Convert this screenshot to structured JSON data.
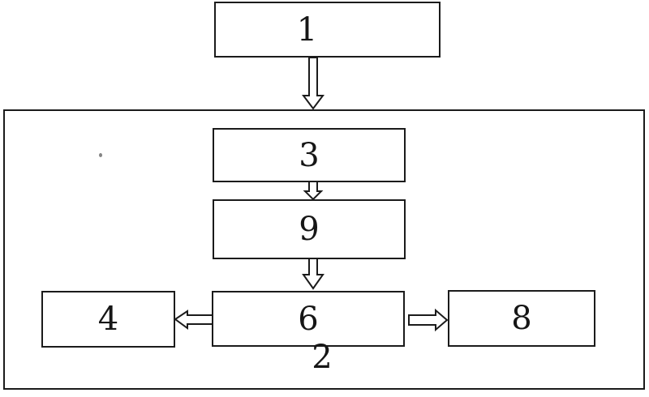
{
  "figure": {
    "type": "block-diagram",
    "background": "#ffffff",
    "line_color": "#1b1b1b",
    "nodes": {
      "box1": {
        "label": "1"
      },
      "box3": {
        "label": "3"
      },
      "box9": {
        "label": "9"
      },
      "box4": {
        "label": "4"
      },
      "box6": {
        "label": "6"
      },
      "box8": {
        "label": "8"
      }
    },
    "container_label": "2",
    "edges": [
      {
        "from": "1",
        "to": "3",
        "direction": "down",
        "style": "hollow-arrow"
      },
      {
        "from": "3",
        "to": "9",
        "direction": "down",
        "style": "hollow-arrow"
      },
      {
        "from": "9",
        "to": "6",
        "direction": "down",
        "style": "hollow-arrow"
      },
      {
        "from": "6",
        "to": "4",
        "direction": "left",
        "style": "hollow-arrow"
      },
      {
        "from": "6",
        "to": "8",
        "direction": "right",
        "style": "hollow-arrow"
      }
    ]
  }
}
